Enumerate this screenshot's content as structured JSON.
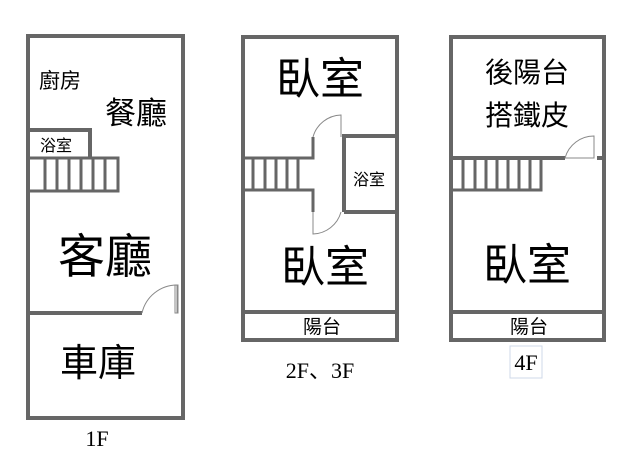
{
  "floors": {
    "f1": {
      "label": "1F",
      "rooms": {
        "kitchen": "廚房",
        "dining": "餐廳",
        "bath": "浴室",
        "living": "客廳",
        "garage": "車庫"
      }
    },
    "f23": {
      "label": "2F、3F",
      "rooms": {
        "bedroom_top": "臥室",
        "bath": "浴室",
        "bedroom_bottom": "臥室",
        "balcony": "陽台"
      }
    },
    "f4": {
      "label": "4F",
      "rooms": {
        "rear_balcony_line1": "後陽台",
        "rear_balcony_line2": "搭鐵皮",
        "bedroom": "臥室",
        "balcony": "陽台"
      }
    }
  },
  "colors": {
    "wall": "#666666",
    "door": "#888888"
  }
}
